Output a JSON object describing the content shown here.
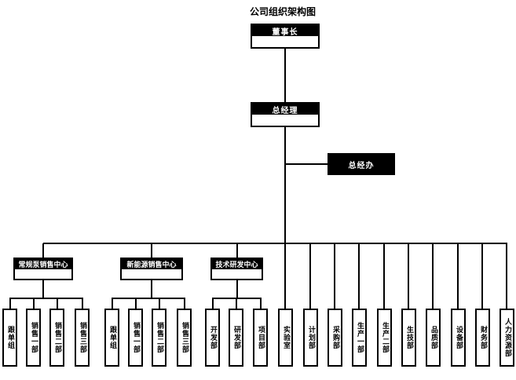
{
  "title": "公司组织架构图",
  "org": {
    "chairman": "董事长",
    "general_manager": "总经理",
    "gm_office": "总经办",
    "centers": [
      {
        "label": "常规泵销售中心",
        "departments": [
          "跟单组",
          "销售一部",
          "销售二部",
          "销售三部"
        ]
      },
      {
        "label": "新能源销售中心",
        "departments": [
          "跟单组",
          "销售一部",
          "销售二部",
          "销售三部"
        ]
      },
      {
        "label": "技术研发中心",
        "departments": [
          "开发部",
          "研发部",
          "项目部"
        ]
      }
    ],
    "direct_departments": [
      "实验室",
      "计划部",
      "采购部",
      "生产一部",
      "生产二部",
      "生技部",
      "品质部",
      "设备部",
      "财务部",
      "人力资源部"
    ]
  },
  "colors": {
    "node_fill": "#000000",
    "node_text": "#ffffff",
    "line": "#000000",
    "background": "#ffffff"
  }
}
